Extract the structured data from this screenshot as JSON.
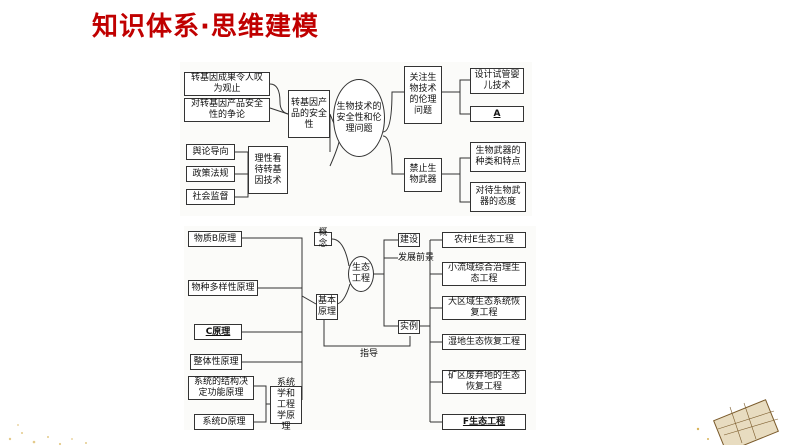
{
  "title": "知识体系·思维建模",
  "top": {
    "left_boxes": [
      "转基因成果令人叹为观止",
      "对转基因产品安全性的争论"
    ],
    "safety_box": "转基因产品的安全性",
    "attitude_items": [
      "舆论导向",
      "政策法规",
      "社会监督"
    ],
    "attitude_box": "理性看待转基因技术",
    "center": "生物技术的安全性和伦理问题",
    "ethics_box": "关注生物技术的伦理问题",
    "ethics_items": [
      "设计试管婴儿技术",
      "A"
    ],
    "weapons_box": "禁止生物武器",
    "weapons_items": [
      "生物武器的种类和特点",
      "对待生物武器的态度"
    ]
  },
  "bottom": {
    "principles": [
      "物质B原理",
      "物种多样性原理",
      "C原理",
      "整体性原理",
      "系统的结构决定功能原理",
      "系统D原理"
    ],
    "systems_box": "系统学和工程学原理",
    "basic_box": "基本原理",
    "concept_box": "概念",
    "center": "生态工程",
    "construction": "建设",
    "prospects": "发展前景",
    "examples": "实例",
    "guide": "指导",
    "projects": [
      "农村E生态工程",
      "小流域综合治理生态工程",
      "大区域生态系统恢复工程",
      "湿地生态恢复工程",
      "矿区废弃地的生态恢复工程",
      "F生态工程"
    ]
  }
}
